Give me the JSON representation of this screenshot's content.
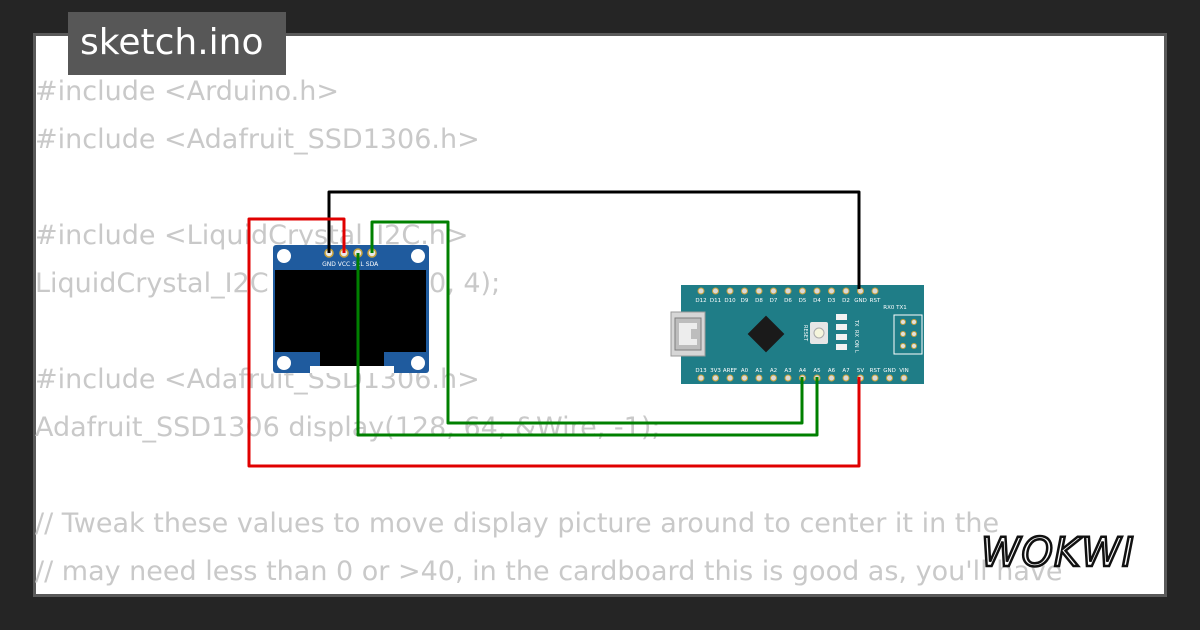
{
  "tab": {
    "filename": "sketch.ino"
  },
  "code_lines": [
    "#include <Arduino.h>",
    "#include <Adafruit_SSD1306.h>",
    "",
    "#include <LiquidCrystal_I2C.h>",
    "LiquidCrystal_I2C lcd(0x27, 20, 4);",
    "",
    "#include <Adafruit_SSD1306.h>",
    "Adafruit_SSD1306 display(128, 64, &Wire, -1);",
    "",
    "// Tweak these values to move display picture around to center it in the",
    "// may need less than 0 or >40, in the cardboard this is good as, you'll have"
  ],
  "oled": {
    "pin_labels": [
      "GND",
      "VCC",
      "SCL",
      "SDA"
    ],
    "board_color": "#1f5b9e",
    "screen_color": "#000000"
  },
  "nano": {
    "board_color": "#1f7d87",
    "top_pins": [
      "D12",
      "D11",
      "D10",
      "D9",
      "D8",
      "D7",
      "D6",
      "D5",
      "D4",
      "D3",
      "D2",
      "GND",
      "RST"
    ],
    "bottom_pins": [
      "D13",
      "3V3",
      "AREF",
      "A0",
      "A1",
      "A2",
      "A3",
      "A4",
      "A5",
      "A6",
      "A7",
      "5V",
      "RST",
      "GND",
      "VIN"
    ],
    "rx_tx_label": "RX0 TX1",
    "reset_label": "RESET",
    "led_labels": [
      "TX",
      "RX",
      "ON",
      "L"
    ]
  },
  "wires": [
    {
      "name": "gnd-wire",
      "color": "#000000"
    },
    {
      "name": "vcc-wire",
      "color": "#e00000"
    },
    {
      "name": "scl-wire",
      "color": "#008000"
    },
    {
      "name": "sda-wire",
      "color": "#008000"
    }
  ],
  "logo": {
    "text": "WOKWI"
  }
}
